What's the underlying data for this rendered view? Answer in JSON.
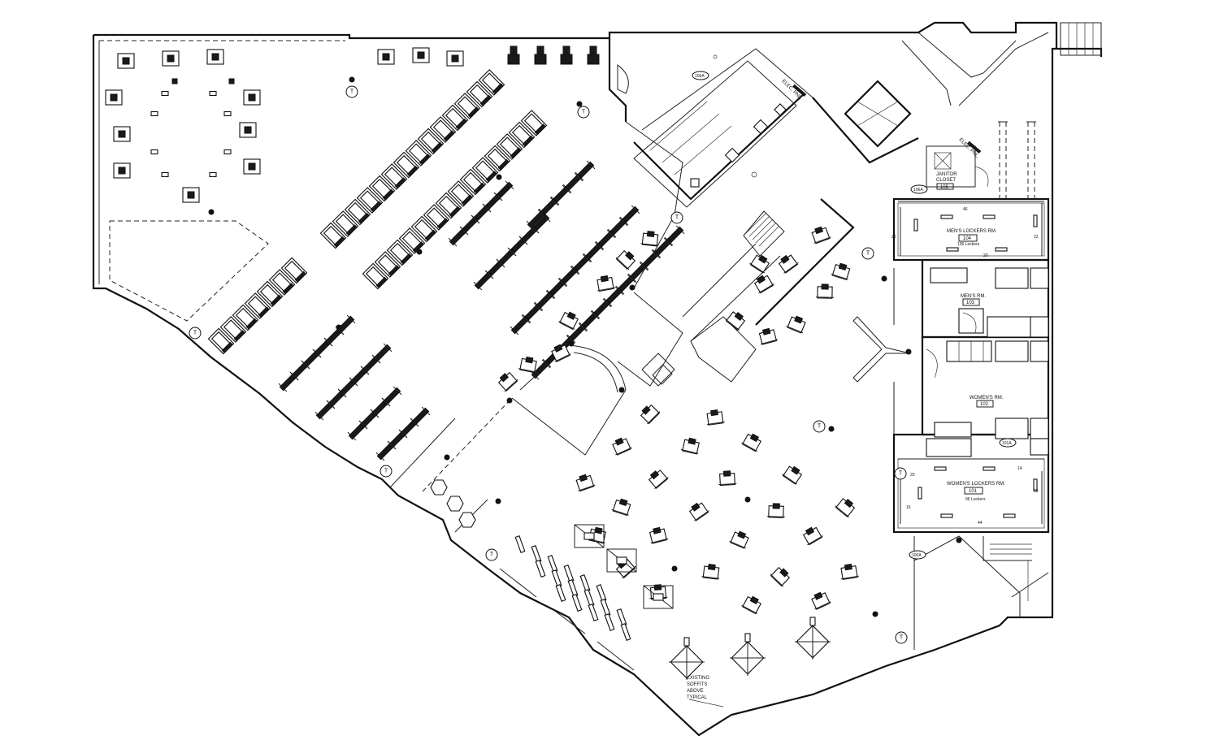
{
  "plan": {
    "rooms": {
      "mens_lockers": {
        "name": "MEN'S LOCKERS RM.",
        "number": "104",
        "note": "106 Lockers"
      },
      "mens_rm": {
        "name": "MEN'S RM.",
        "number": "103"
      },
      "womens_rm": {
        "name": "WOMEN'S RM.",
        "number": "102"
      },
      "womens_lockers": {
        "name": "WOMEN'S LOCKERS RM.",
        "number": "101",
        "note": "96 Lockers"
      },
      "janitor": {
        "name_line1": "JANITOR",
        "name_line2": "CLOSET",
        "number": "105"
      }
    },
    "panels": {
      "elec_top": "ELEC. PNL.",
      "elec_right": "ELEC. PNL."
    },
    "tags": {
      "t106a": "106A",
      "t106a_b": "106A",
      "t101a": "101A",
      "t100a": "100A"
    },
    "dims": {
      "d46": "46",
      "d20a": "20",
      "d22": "22",
      "d20b": "20",
      "d20c": "20",
      "d14": "14",
      "d16": "16",
      "d20d": "20",
      "d44": "44"
    },
    "note": {
      "line1": "EXISTING",
      "line2": "SOFFITS",
      "line3": "ABOVE",
      "line4": "TYPICAL"
    },
    "t_marker": "T"
  }
}
